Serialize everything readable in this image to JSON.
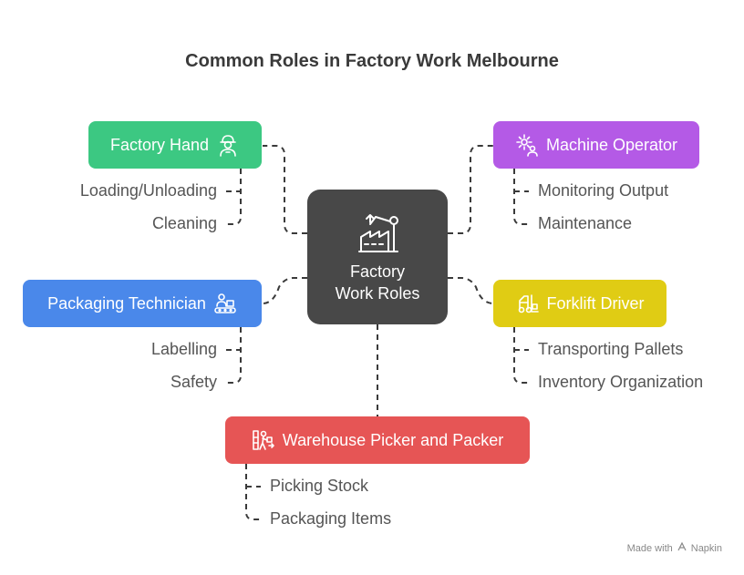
{
  "title": "Common Roles in Factory Work Melbourne",
  "center": {
    "line1": "Factory",
    "line2": "Work Roles",
    "icon": "factory-icon",
    "color": "#484848"
  },
  "roles": [
    {
      "id": "factory-hand",
      "label": "Factory Hand",
      "color": "#3cc882",
      "icon": "worker-icon",
      "items": [
        "Loading/Unloading",
        "Cleaning"
      ]
    },
    {
      "id": "machine-operator",
      "label": "Machine Operator",
      "color": "#b45ae6",
      "icon": "gear-user-icon",
      "items": [
        "Monitoring Output",
        "Maintenance"
      ]
    },
    {
      "id": "packaging-technician",
      "label": "Packaging Technician",
      "color": "#4a88ea",
      "icon": "conveyor-worker-icon",
      "items": [
        "Labelling",
        "Safety"
      ]
    },
    {
      "id": "forklift-driver",
      "label": "Forklift Driver",
      "color": "#e0cc14",
      "icon": "forklift-icon",
      "items": [
        "Transporting Pallets",
        "Inventory Organization"
      ]
    },
    {
      "id": "warehouse-picker",
      "label": "Warehouse Picker and Packer",
      "color": "#e65555",
      "icon": "picker-icon",
      "items": [
        "Picking Stock",
        "Packaging Items"
      ]
    }
  ],
  "footer": {
    "prefix": "Made with",
    "brand": "Napkin"
  }
}
